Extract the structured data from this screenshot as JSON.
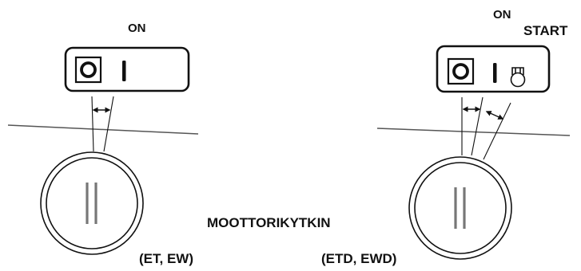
{
  "labels": {
    "on_left": "ON",
    "on_right": "ON",
    "start": "START",
    "title": "MOOTTORIKYTKIN",
    "models_left": "(ET, EW)",
    "models_right": "(ETD, EWD)"
  },
  "switch_left": {
    "positions": [
      "ON"
    ]
  },
  "switch_right": {
    "positions": [
      "ON",
      "START"
    ]
  },
  "colors": {
    "line": "#111111",
    "gray_line": "#555555",
    "background": "#ffffff"
  },
  "icons": {
    "on_symbol": "stop-circle-icon",
    "run_symbol": "vertical-bar-icon",
    "starter": "starter-motor-icon",
    "arrow": "double-headed-arrow-icon"
  }
}
